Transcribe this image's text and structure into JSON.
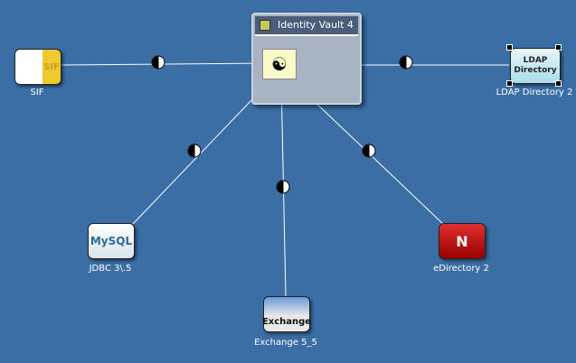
{
  "vault": {
    "title": "Identity Vault 4",
    "icon": "identity-vault-icon"
  },
  "nodes": [
    {
      "id": "sif",
      "label": "SIF",
      "icon_text": "SIF",
      "icon": "sif-icon"
    },
    {
      "id": "ldap",
      "label": "LDAP Directory 2",
      "icon_text": "LDAP Directory",
      "icon": "ldap-icon",
      "selected": true
    },
    {
      "id": "jdbc",
      "label": "JDBC 3\\.5",
      "icon_text": "MySQL",
      "icon": "mysql-icon"
    },
    {
      "id": "edir",
      "label": "eDirectory 2",
      "icon_text": "N",
      "icon": "edirectory-icon"
    },
    {
      "id": "exchange",
      "label": "Exchange 5_5",
      "icon_text": "Exchange",
      "icon": "exchange-icon"
    }
  ],
  "colors": {
    "background": "#3a6ea5",
    "line": "#ffffff"
  }
}
